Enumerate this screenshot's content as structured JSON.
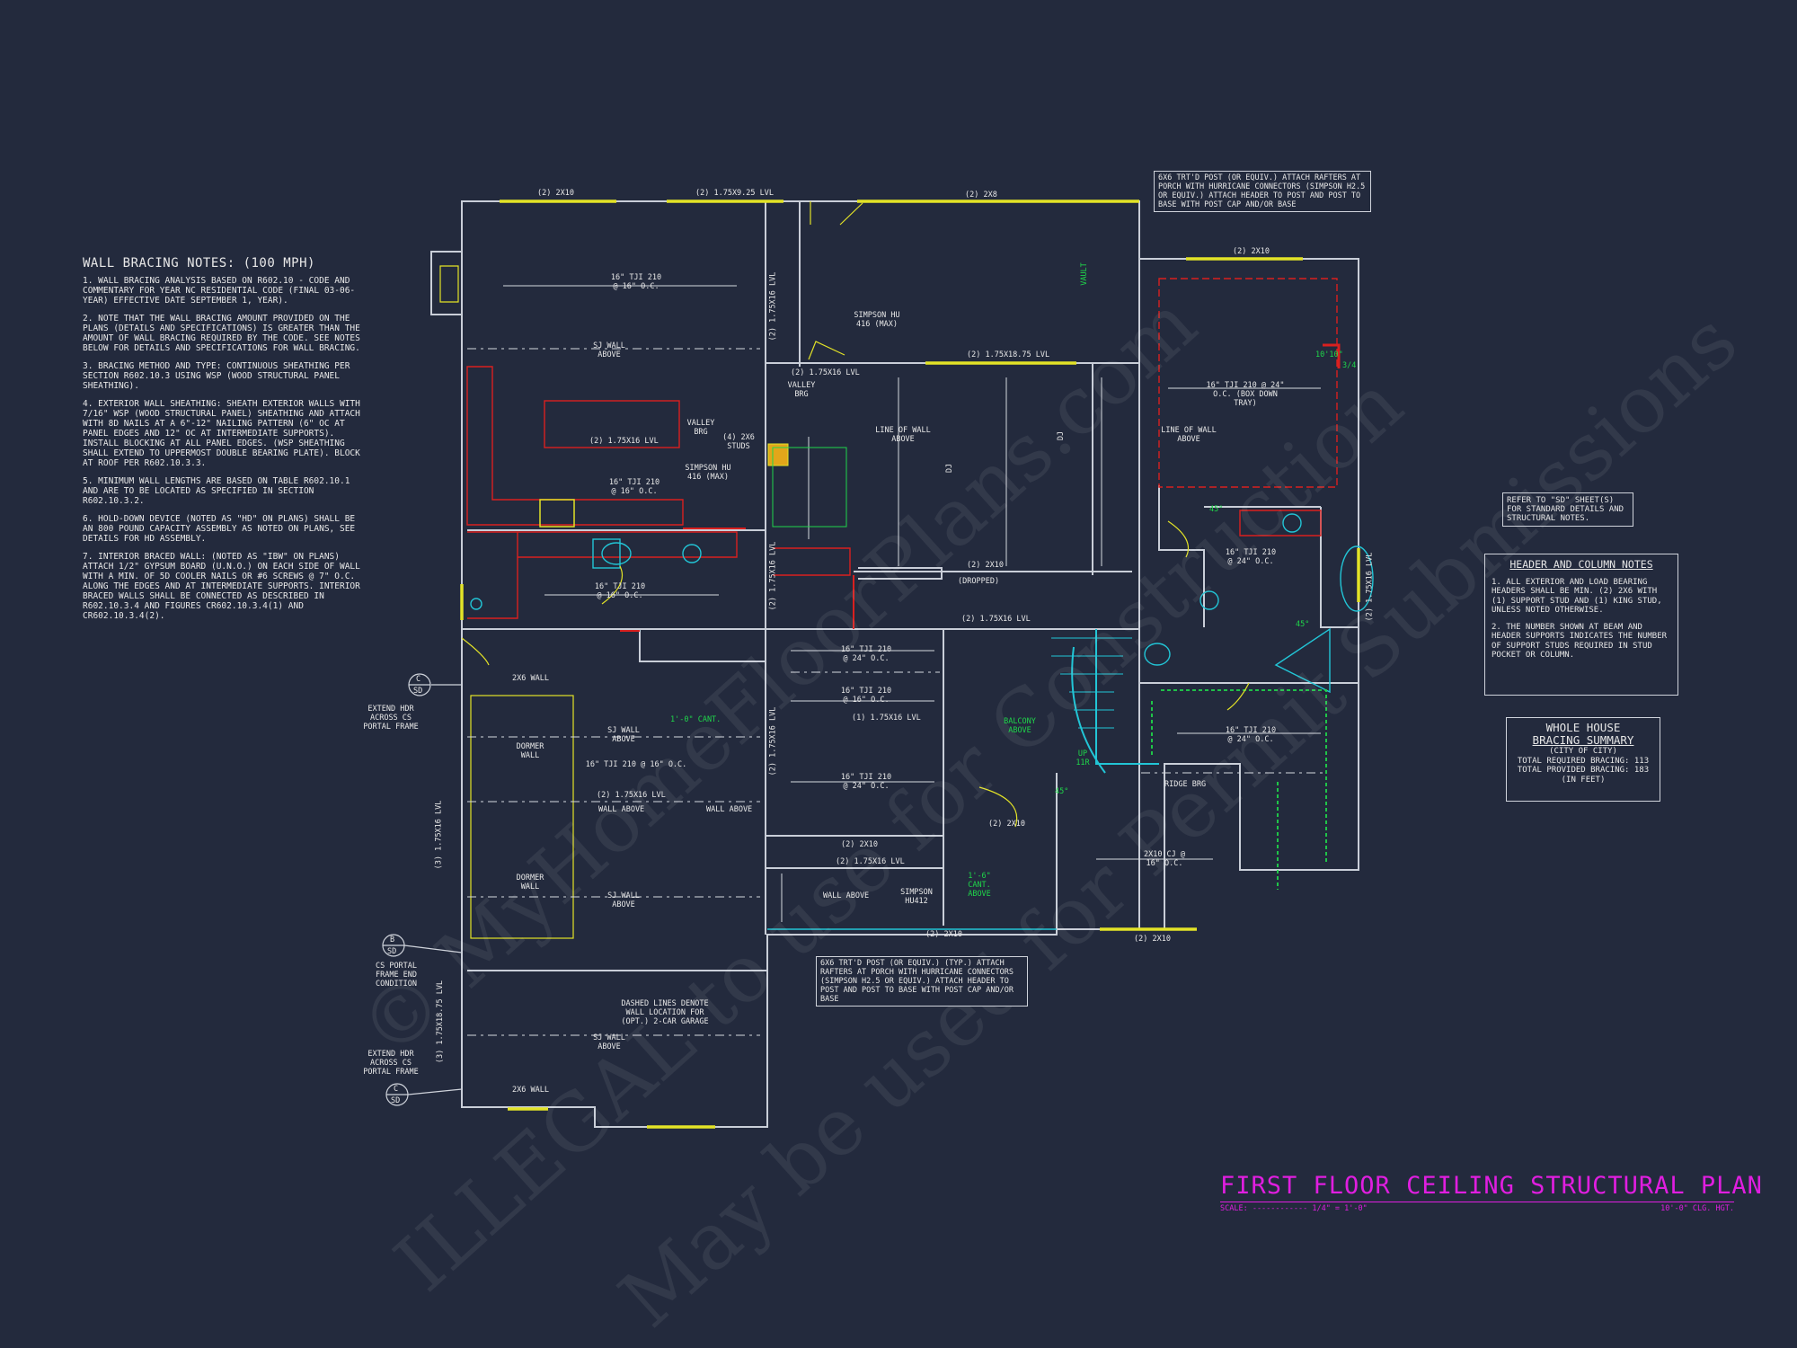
{
  "title": {
    "main": "FIRST FLOOR CEILING STRUCTURAL PLAN",
    "scale_label": "SCALE: ------------ 1/4\" = 1'-0\"",
    "ceiling_height": "10'-0\" CLG. HGT."
  },
  "wall_bracing_notes": {
    "heading": "WALL BRACING NOTES: (100 MPH)",
    "items": [
      "1. WALL BRACING ANALYSIS BASED ON R602.10 - CODE AND COMMENTARY FOR YEAR NC RESIDENTIAL CODE (FINAL 03-06-YEAR) EFFECTIVE DATE SEPTEMBER 1, YEAR).",
      "2. NOTE THAT THE WALL BRACING AMOUNT PROVIDED ON THE PLANS (DETAILS AND SPECIFICATIONS) IS GREATER THAN THE AMOUNT OF WALL BRACING REQUIRED BY THE CODE. SEE NOTES BELOW FOR DETAILS AND SPECIFICATIONS FOR WALL BRACING.",
      "3. BRACING METHOD AND TYPE: CONTINUOUS SHEATHING PER SECTION R602.10.3 USING WSP (WOOD STRUCTURAL PANEL SHEATHING).",
      "4. EXTERIOR WALL SHEATHING: SHEATH EXTERIOR WALLS WITH 7/16\" WSP (WOOD STRUCTURAL PANEL) SHEATHING AND ATTACH WITH 8d NAILS AT A 6\"-12\" NAILING PATTERN (6\" OC AT PANEL EDGES AND 12\" OC AT INTERMEDIATE SUPPORTS). INSTALL BLOCKING AT ALL PANEL EDGES. (WSP SHEATHING SHALL EXTEND TO UPPERMOST DOUBLE BEARING PLATE). BLOCK AT ROOF PER R602.10.3.3.",
      "5. MINIMUM WALL LENGTHS ARE BASED ON TABLE R602.10.1 AND ARE TO BE LOCATED AS SPECIFIED IN SECTION R602.10.3.2.",
      "6. HOLD-DOWN DEVICE (NOTED AS \"HD\" ON PLANS) SHALL BE AN 800 POUND CAPACITY ASSEMBLY AS NOTED ON PLANS, SEE DETAILS FOR HD ASSEMBLY.",
      "7. INTERIOR BRACED WALL: (NOTED AS \"IBW\" ON PLANS) ATTACH 1/2\" GYPSUM BOARD (U.N.O.) ON EACH SIDE OF WALL WITH A MIN. OF 5d COOLER NAILS OR #6 SCREWS @ 7\" O.C. ALONG THE EDGES AND AT INTERMEDIATE SUPPORTS. INTERIOR BRACED WALLS SHALL BE CONNECTED AS DESCRIBED IN R602.10.3.4 AND FIGURES CR602.10.3.4(1) AND CR602.10.3.4(2)."
    ]
  },
  "refer_note": "REFER TO \"SD\" SHEET(S) FOR STANDARD DETAILS AND STRUCTURAL NOTES.",
  "header_notes": {
    "heading": "HEADER AND COLUMN NOTES",
    "items": [
      "1. ALL EXTERIOR AND LOAD BEARING HEADERS SHALL BE MIN. (2) 2x6 WITH (1) SUPPORT STUD AND (1) KING STUD, UNLESS NOTED OTHERWISE.",
      "2. THE NUMBER SHOWN AT BEAM AND HEADER SUPPORTS INDICATES THE NUMBER OF SUPPORT STUDS REQUIRED IN STUD POCKET OR COLUMN."
    ]
  },
  "bracing_summary": {
    "title_line1": "WHOLE HOUSE",
    "title_line2": "BRACING SUMMARY",
    "city": "(CITY OF CITY)",
    "required": "TOTAL REQUIRED BRACING: 113",
    "provided": "TOTAL PROVIDED BRACING: 183",
    "unit": "(IN FEET)"
  },
  "callouts": {
    "porch_post_top": "6x6 TRT'D POST (OR EQUIV.) ATTACH RAFTERS AT PORCH WITH HURRICANE CONNECTORS (SIMPSON H2.5 OR EQUIV.) ATTACH HEADER TO POST AND POST TO BASE WITH POST CAP AND/OR BASE",
    "porch_post_bottom": "6x6 TRT'D POST (OR EQUIV.) (TYP.) ATTACH RAFTERS AT PORCH WITH HURRICANE CONNECTORS (SIMPSON H2.5 OR EQUIV.) ATTACH HEADER TO POST AND POST TO BASE WITH POST CAP AND/OR BASE"
  },
  "labels": {
    "header_2x10": "(2) 2x10",
    "header_175x925": "(2) 1.75x9.25 LVL",
    "header_2x8": "(2) 2x8",
    "tji_16_16": "16\" TJI 210 @ 16\" O.C.",
    "tji_16_24": "16\" TJI 210 @ 24\" O.C.",
    "sj_wall_above": "SJ WALL ABOVE",
    "wall_above": "WALL ABOVE",
    "lvl_175x16": "(2) 1.75x16 LVL",
    "lvl_1_175x16": "(1) 1.75x16 LVL",
    "lvl_175x1875": "(2) 1.75x18.75 LVL",
    "simpson_hu416": "SIMPSON HU 416 (MAX)",
    "simpson_hu412": "SIMPSON HU412",
    "valley_brg": "VALLEY BRG",
    "studs_4_2x6": "(4) 2x6 STUDS",
    "wall_2x6": "2x6 WALL",
    "line_of_wall_above": "LINE OF WALL ABOVE",
    "box_down_tray": "16\" TJI 210 @ 24\" O.C. (BOX DOWN TRAY)",
    "dropped": "(DROPPED)",
    "dormer_wall": "DORMER WALL",
    "balcony_above": "BALCONY ABOVE",
    "cant_1": "1'-0\" CANT.",
    "cant_16": "1'-6\" CANT. ABOVE",
    "ridge_brg": "RIDGE BRG",
    "cj_2x10_16": "2x10 CJ @ 16\" O.C.",
    "dashed_lines_note": "DASHED LINES DENOTE WALL LOCATION FOR (OPT.) 2-CAR GARAGE",
    "extend_hdr": "EXTEND HDR ACROSS CS PORTAL FRAME",
    "cs_portal_end": "CS PORTAL FRAME END CONDITION",
    "vault": "VAULT",
    "angle_45": "45°",
    "up_11r": "UP 11R",
    "dim_1010": "10'10\"",
    "dim_34": "3/4",
    "sd": "SD",
    "sd_c": "C",
    "sd_b": "B",
    "dj": "DJ",
    "lvl_3_175x16": "(3) 1.75x16 LVL",
    "lvl_3_175x1875": "(3) 1.75x18.75 LVL"
  },
  "watermark": {
    "line1": "© MyHomeFloorPlans.com",
    "line2": "ILLEGAL to use for Construction",
    "line3": "May be used for Permit Submissions"
  },
  "colors": {
    "background": "#232a3d",
    "walls": "#c9ced8",
    "headers": "#e3e327",
    "cabinets": "#d9201f",
    "fixtures": "#22c5d6",
    "green_notes": "#1fd64a",
    "title": "#e01ee0"
  }
}
